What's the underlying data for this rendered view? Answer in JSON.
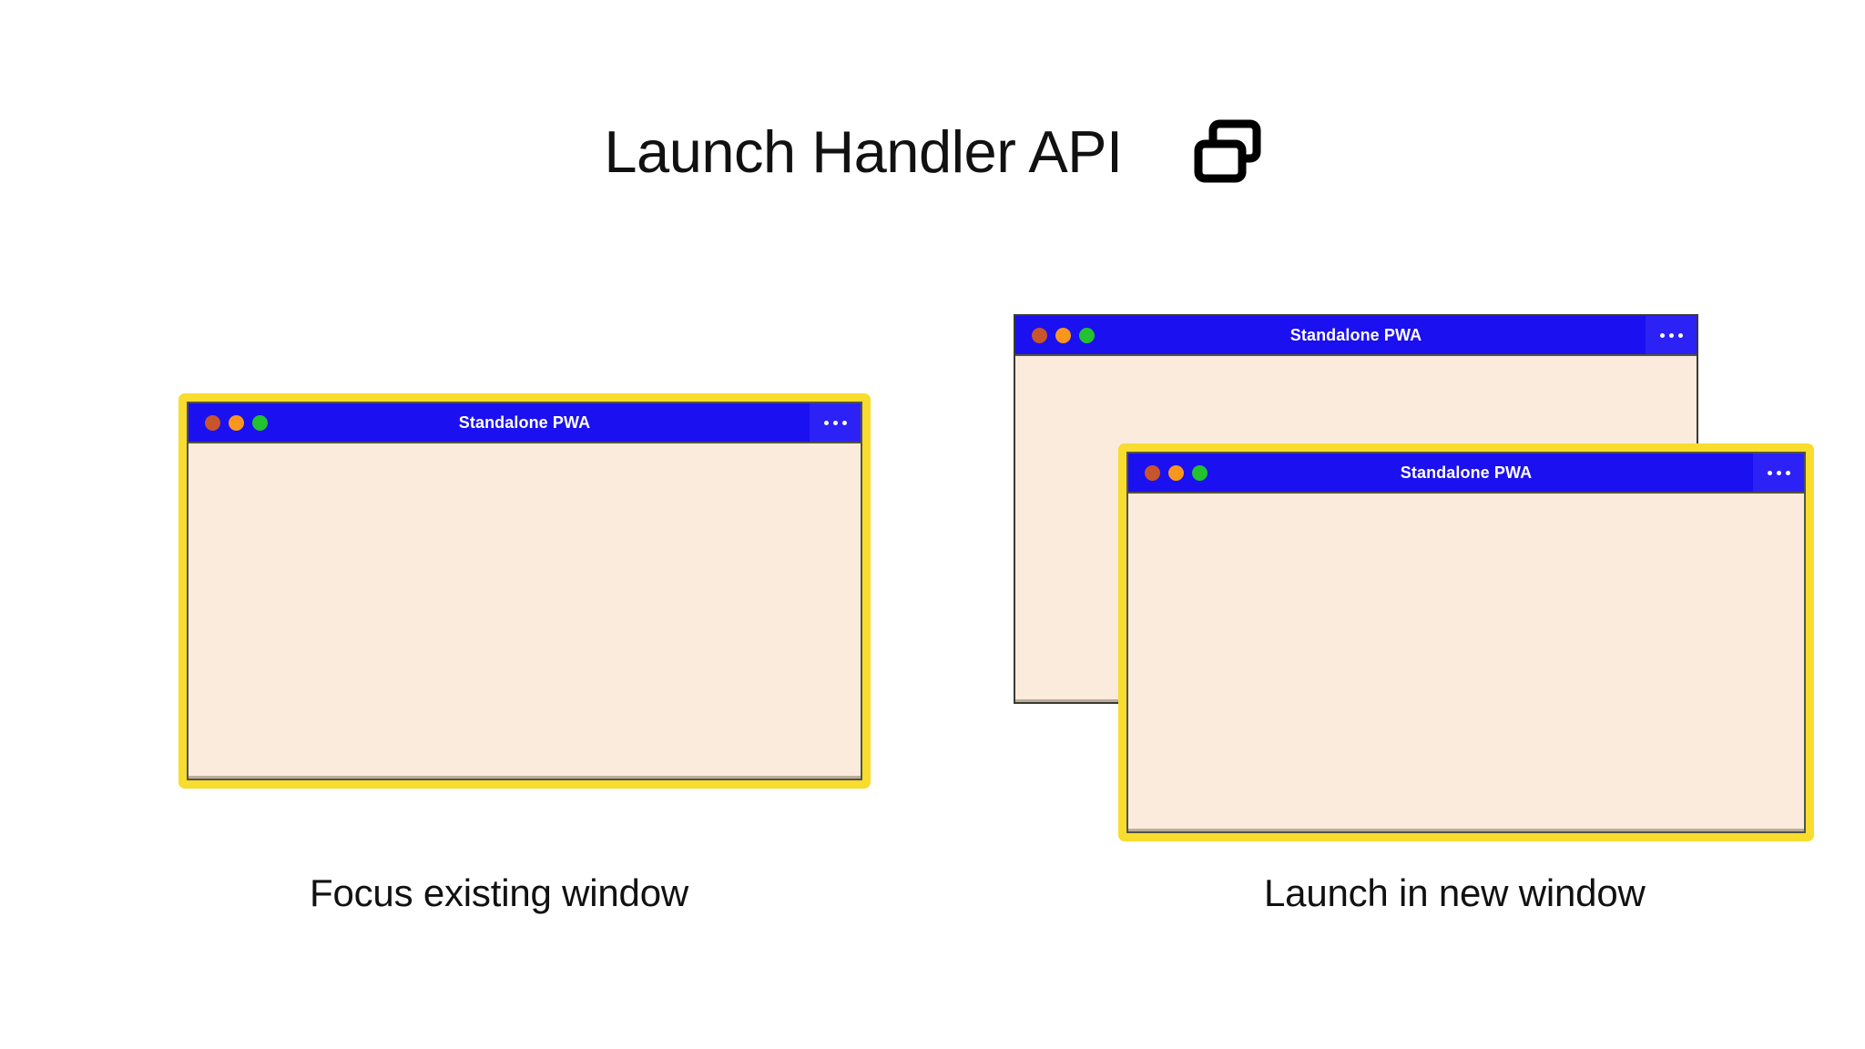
{
  "header": {
    "title": "Launch Handler API",
    "icon": "multi-window-icon"
  },
  "colors": {
    "page_background": "#ffffff",
    "titlebar_blue": "#1b10ef",
    "menu_button_blue": "#2d22f5",
    "window_body_cream": "#faebdc",
    "focus_ring_yellow": "#f8dc2e",
    "window_border_dark": "#3a3a33",
    "traffic_red": "#c9552c",
    "traffic_amber": "#f9971d",
    "traffic_green": "#23c22f",
    "title_text": "#111111",
    "window_title_text": "#ffffff"
  },
  "panels": [
    {
      "id": "focus-existing-window",
      "caption": "Focus existing window",
      "windows": [
        {
          "id": "left-window",
          "title": "Standalone PWA",
          "focused": true,
          "menu_icon": "overflow-menu-icon",
          "traffic_lights": [
            "close-button",
            "minimize-button",
            "maximize-button"
          ]
        }
      ]
    },
    {
      "id": "launch-in-new-window",
      "caption": "Launch in new window",
      "windows": [
        {
          "id": "back-window",
          "title": "Standalone PWA",
          "focused": false,
          "menu_icon": "overflow-menu-icon",
          "traffic_lights": [
            "close-button",
            "minimize-button",
            "maximize-button"
          ]
        },
        {
          "id": "front-window",
          "title": "Standalone PWA",
          "focused": true,
          "menu_icon": "overflow-menu-icon",
          "traffic_lights": [
            "close-button",
            "minimize-button",
            "maximize-button"
          ]
        }
      ]
    }
  ]
}
